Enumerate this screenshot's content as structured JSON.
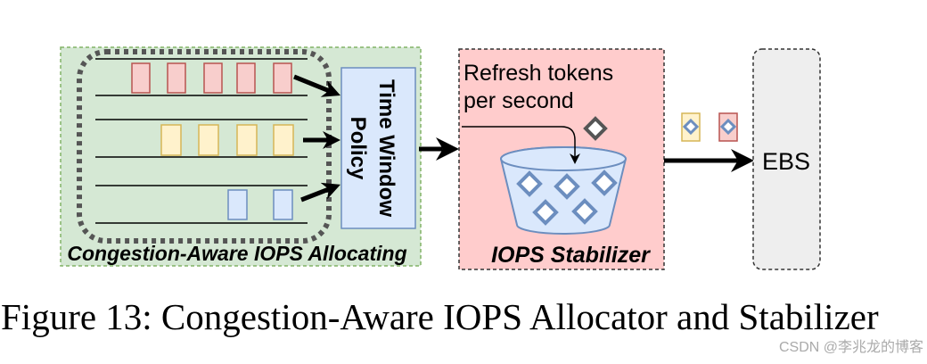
{
  "figure": {
    "allocator": {
      "label": "Congestion-Aware IOPS Allocating",
      "policy": {
        "lines": [
          "Time Window",
          "Policy"
        ]
      }
    },
    "stabilizer": {
      "refresh": {
        "lines": [
          "Refresh tokens",
          "per second"
        ]
      },
      "label": "IOPS Stabilizer"
    },
    "ebs": {
      "label": "EBS"
    }
  },
  "caption": "Figure 13: Congestion-Aware IOPS Allocator and Stabilizer",
  "watermark": "CSDN @李兆龙的博客",
  "colors": {
    "allocator": {
      "fill": "#d5e8d4",
      "stroke": "#82b366"
    },
    "queue_boundary": "#555555",
    "red_request": {
      "fill": "#f8cecc",
      "stroke": "#b85450"
    },
    "yellow_request": {
      "fill": "#fff2cc",
      "stroke": "#d6b656"
    },
    "blue_request": {
      "fill": "#dae8fc",
      "stroke": "#6c8ebf"
    },
    "policy": {
      "fill": "#dae8fc",
      "stroke": "#6c8ebf"
    },
    "stabilizer": {
      "fill": "#ffcccc",
      "stroke": "#333333"
    },
    "bucket": {
      "fill": "#dae8fc",
      "stroke": "#6c8ebf"
    },
    "token": {
      "stroke": "#6c8ebf",
      "pending_stroke": "#555555"
    },
    "ebs": {
      "fill": "#eeeeee",
      "stroke": "#333333"
    },
    "watermark": "#aaaaaa"
  }
}
